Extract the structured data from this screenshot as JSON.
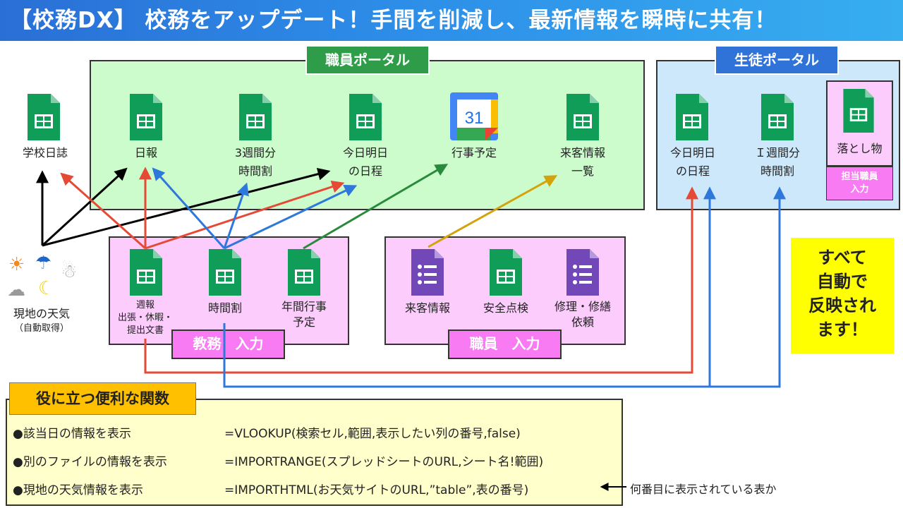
{
  "banner_title": "【校務DX】 校務をアップデート！手間を削減し、最新情報を瞬時に共有！",
  "staff_portal": {
    "title": "職員ポータル",
    "items": {
      "nippo": "日報",
      "jikanwari3_l1": "3週間分",
      "jikanwari3_l2": "時間割",
      "nittei_l1": "今日明日",
      "nittei_l2": "の日程",
      "gyoji": "行事予定",
      "raikyaku_l1": "来客情報",
      "raikyaku_l2": "一覧"
    }
  },
  "student_portal": {
    "title": "生徒ポータル",
    "items": {
      "nittei_l1": "今日明日",
      "nittei_l2": "の日程",
      "jikanwari1_l1": "Ｉ週間分",
      "jikanwari1_l2": "時間割",
      "otoshimono": "落とし物",
      "tanto_l1": "担当職員",
      "tanto_l2": "入力"
    }
  },
  "school_diary": "学校日誌",
  "calendar_day": "31",
  "weather": {
    "label": "現地の天気",
    "sublabel": "（自動取得）",
    "icons": [
      "sun",
      "umbrella",
      "snowman",
      "cloud",
      "moon"
    ]
  },
  "kyomu": {
    "tag": "教務　入力",
    "shuho_l1": "週報",
    "shuho_l2": "出張・休暇・",
    "shuho_l3": "提出文書",
    "jikanwari": "時間割",
    "nenkan_l1": "年間行事",
    "nenkan_l2": "予定"
  },
  "shokuin": {
    "tag": "職員　入力",
    "raikyaku": "来客情報",
    "anzen": "安全点検",
    "shuri_l1": "修理・修繕",
    "shuri_l2": "依頼"
  },
  "auto_note": {
    "l1": "すべて",
    "l2": "自動で",
    "l3": "反映され",
    "l4": "ます！"
  },
  "functions": {
    "title": "役に立つ便利な関数",
    "rows": [
      {
        "label": "●該当日の情報を表示",
        "formula": "=VLOOKUP(検索セル,範囲,表示したい列の番号,false)"
      },
      {
        "label": "●別のファイルの情報を表示",
        "formula": "=IMPORTRANGE(スプレッドシートのURL,シート名!範囲)"
      },
      {
        "label": "●現地の天気情報を表示",
        "formula": "=IMPORTHTML(お天気サイトのURL,”table”,表の番号)"
      }
    ],
    "note": "何番目に表示されている表か"
  },
  "colors": {
    "banner": "#2d8ee8",
    "staff_portal_bg": "#ccfccc",
    "student_portal_bg": "#cde8fb",
    "input_box_bg": "#fccdfc",
    "tag_magenta": "#f97bf3",
    "tag_green": "#2e9c48",
    "tag_blue": "#2f73d8",
    "yellow": "#ffff00",
    "func_bg": "#ffffcc",
    "func_tag": "#ffc000",
    "sheets_green": "#0f9d58",
    "forms_purple": "#7248b9",
    "arrow_red": "#e44a35",
    "arrow_blue": "#2f78db",
    "arrow_black": "#000000",
    "arrow_green": "#2a8a3c",
    "arrow_gold": "#d4a20a"
  }
}
